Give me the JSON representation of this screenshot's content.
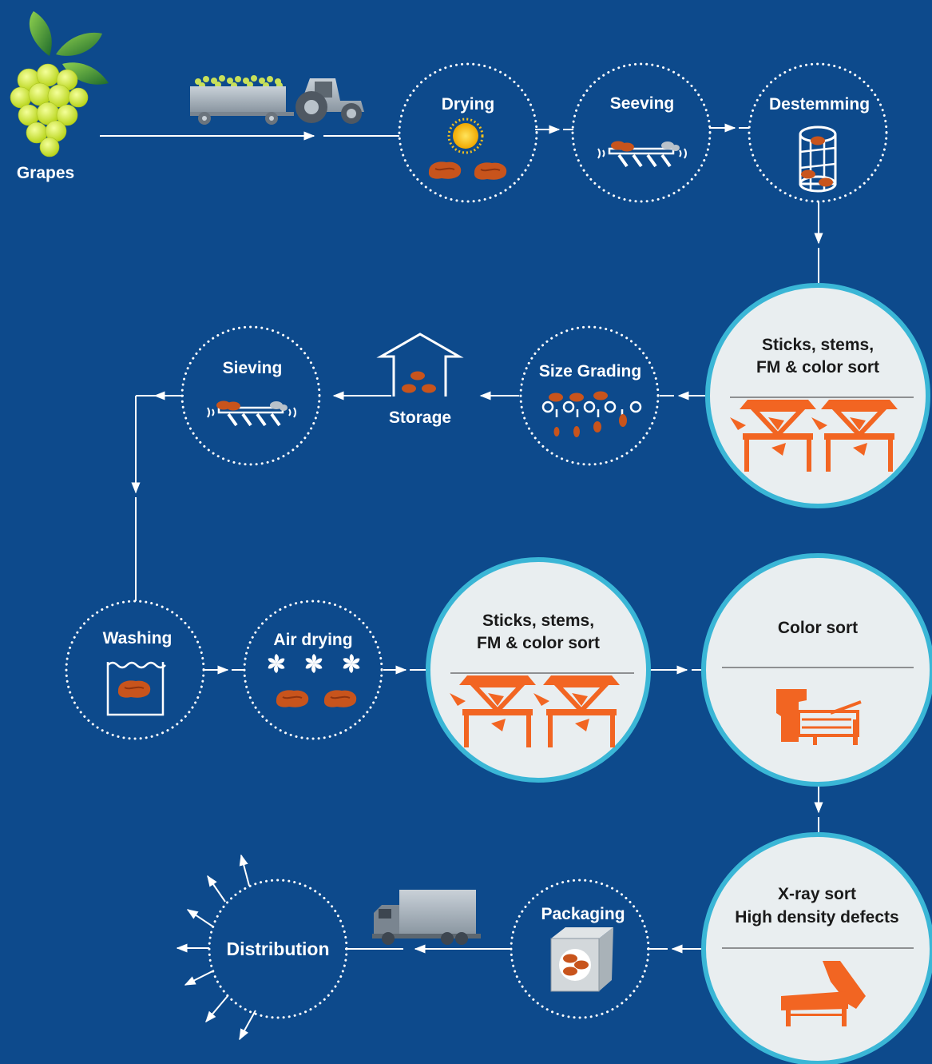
{
  "colors": {
    "background": "#0d4a8c",
    "accent_orange": "#f26522",
    "ring": "#3ab6d6",
    "card": "#e9eef0",
    "raisin": "#c8541c"
  },
  "nodes": {
    "grapes": "Grapes",
    "drying": "Drying",
    "seeving": "Seeving",
    "destemming": "Destemming",
    "sort1_line1": "Sticks, stems,",
    "sort1_line2": "FM & color sort",
    "size_grading": "Size Grading",
    "storage": "Storage",
    "sieving": "Sieving",
    "washing": "Washing",
    "air_drying": "Air drying",
    "sort2_line1": "Sticks, stems,",
    "sort2_line2": "FM & color sort",
    "color_sort": "Color sort",
    "xray_line1": "X-ray sort",
    "xray_line2": "High density defects",
    "packaging": "Packaging",
    "distribution": "Distribution"
  },
  "icons": [
    "grapes-icon",
    "tractor-icon",
    "sun-icon",
    "sieve-icon",
    "destemmer-drum-icon",
    "optical-sorter-icon",
    "size-grader-icon",
    "warehouse-icon",
    "washing-tank-icon",
    "fan-icon",
    "color-sorter-icon",
    "xray-sorter-icon",
    "truck-icon",
    "package-icon"
  ]
}
